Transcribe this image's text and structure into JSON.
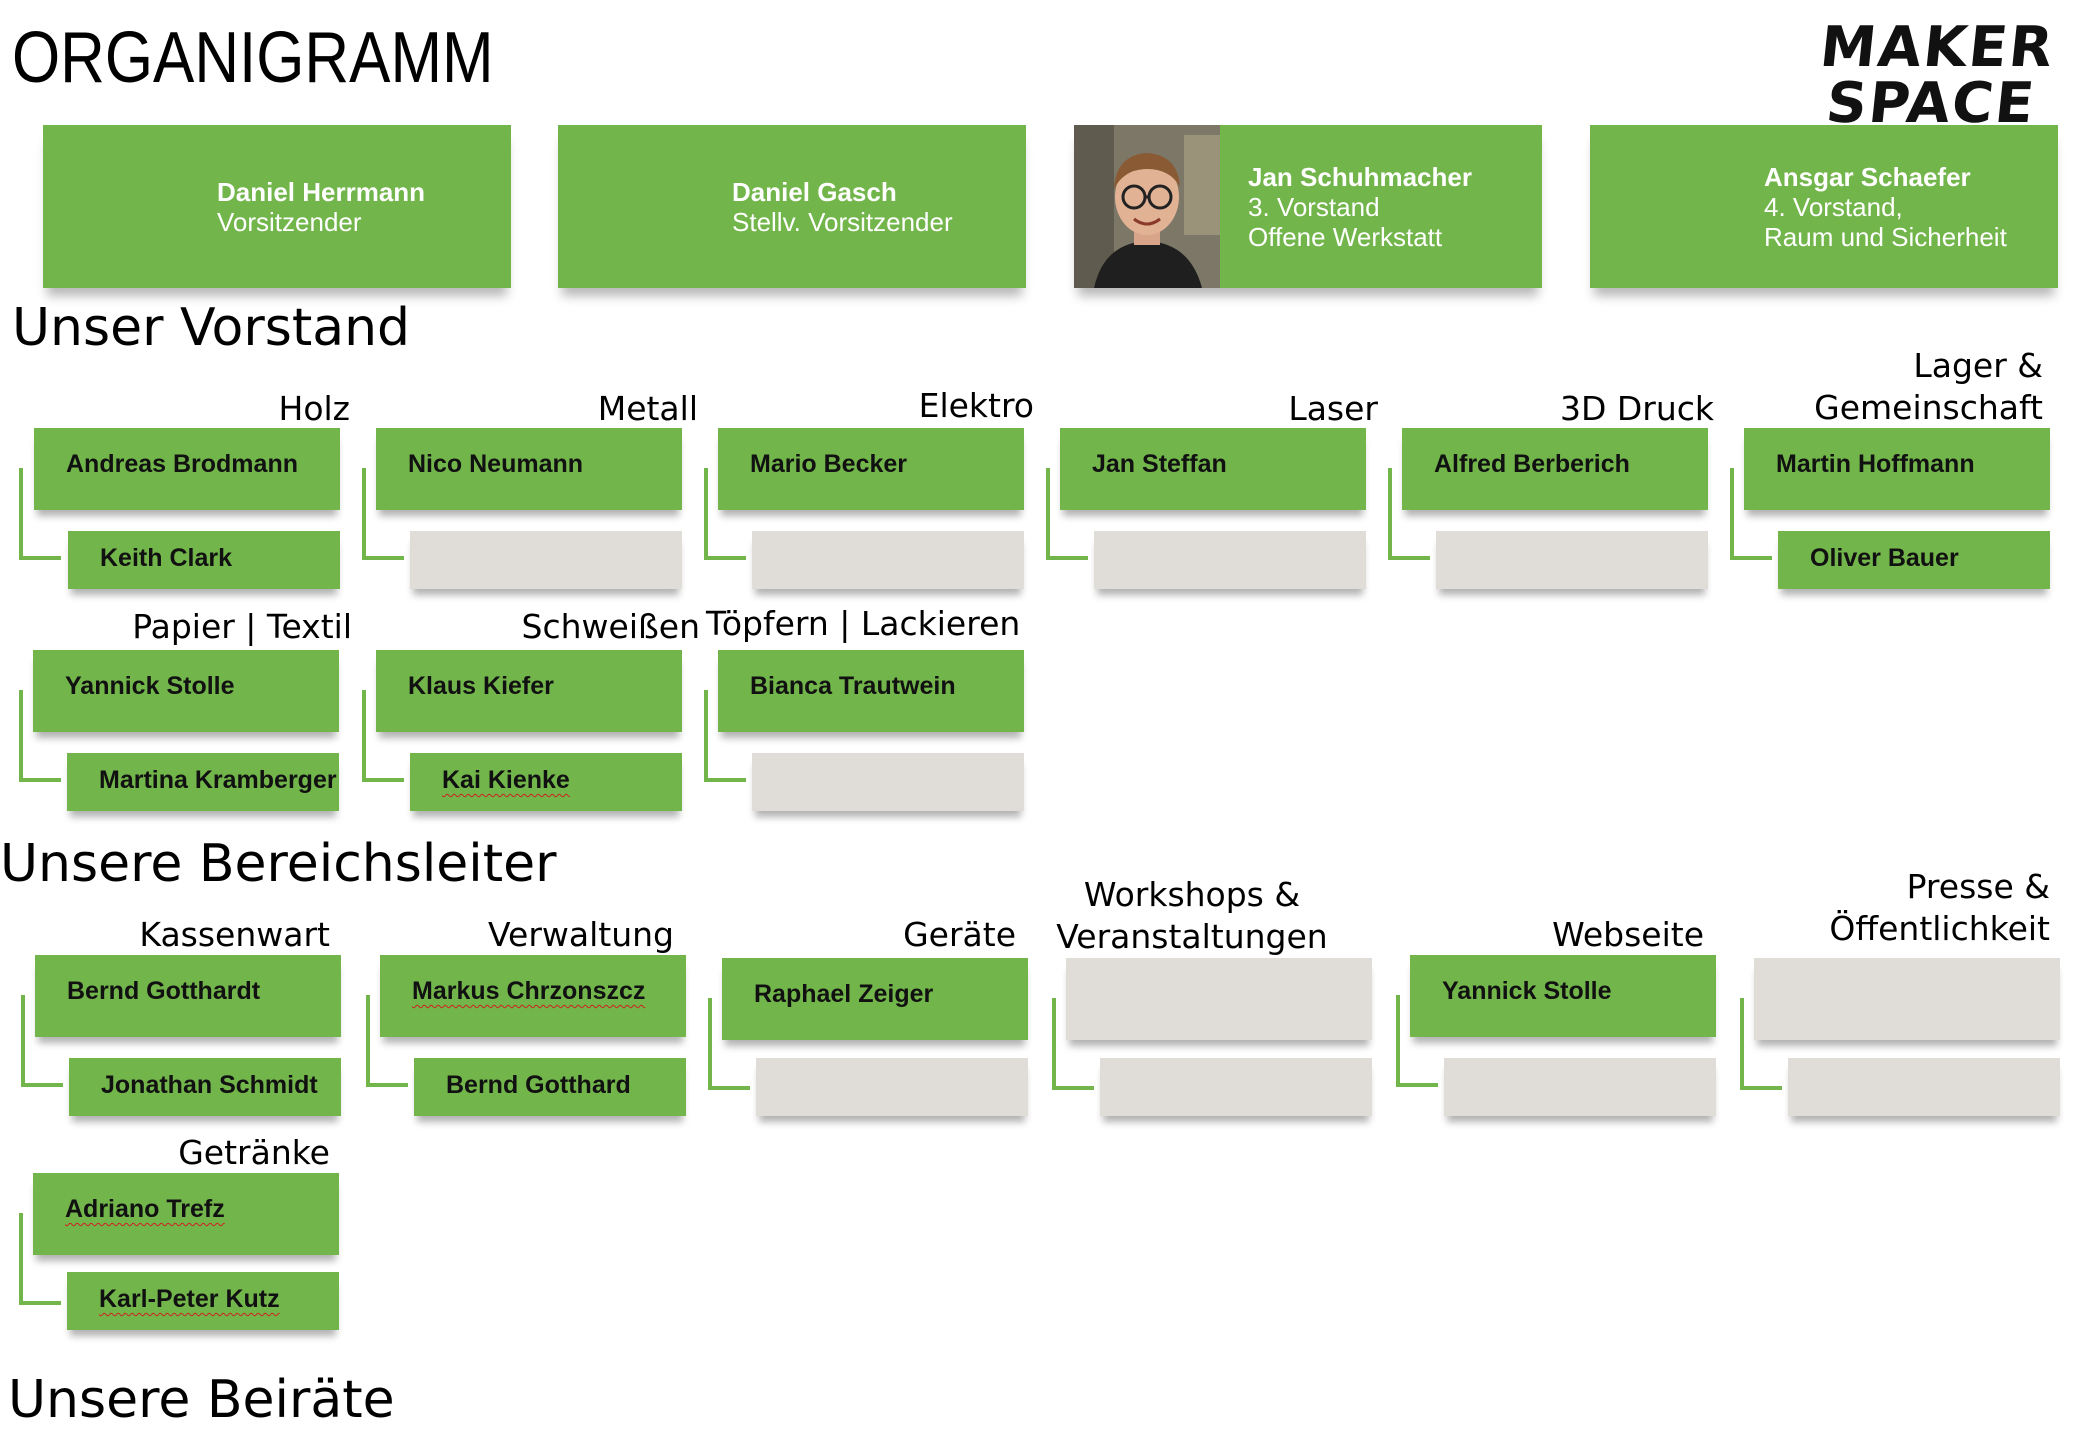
{
  "header": {
    "title": "ORGANIGRAMM",
    "logo_text": "MAKER SPACE"
  },
  "board": {
    "heading": "Unser Vorstand",
    "members": [
      {
        "name": "Daniel Herrmann",
        "role": "Vorsitzender",
        "photo": false
      },
      {
        "name": "Daniel Gasch",
        "role": "Stellv. Vorsitzender",
        "photo": false
      },
      {
        "name": "Jan Schuhmacher",
        "role": "3. Vorstand\nOffene Werkstatt",
        "photo": true
      },
      {
        "name": "Ansgar Schaefer",
        "role": "4. Vorstand,\nRaum und Sicherheit",
        "photo": false
      }
    ]
  },
  "areas": {
    "heading": "Unsere Bereichsleiter",
    "groups": [
      {
        "category": "Holz",
        "lead": "Andreas Brodmann",
        "member": "Keith Clark"
      },
      {
        "category": "Metall",
        "lead": "Nico Neumann",
        "member": ""
      },
      {
        "category": "Elektro",
        "lead": "Mario Becker",
        "member": ""
      },
      {
        "category": "Laser",
        "lead": "Jan Steffan",
        "member": ""
      },
      {
        "category": "3D Druck",
        "lead": "Alfred Berberich",
        "member": ""
      },
      {
        "category": "Lager &\nGemeinschaft",
        "lead": "Martin Hoffmann",
        "member": "Oliver Bauer"
      },
      {
        "category": "Papier | Textil",
        "lead": "Yannick Stolle",
        "member": "Martina Kramberger"
      },
      {
        "category": "Schweißen",
        "lead": "Klaus Kiefer",
        "member": "Kai Kienke"
      },
      {
        "category": "Töpfern | Lackieren",
        "lead": "Bianca Trautwein",
        "member": ""
      }
    ]
  },
  "advisors": {
    "heading": "Unsere Beiräte",
    "groups": [
      {
        "category": "Kassenwart",
        "lead": "Bernd Gotthardt",
        "member": "Jonathan Schmidt"
      },
      {
        "category": "Verwaltung",
        "lead": "Markus Chrzonszcz",
        "member": "Bernd Gotthard"
      },
      {
        "category": "Geräte",
        "lead": "Raphael Zeiger",
        "member": ""
      },
      {
        "category": "Workshops &\nVeranstaltungen",
        "lead": "",
        "member": ""
      },
      {
        "category": "Webseite",
        "lead": "Yannick Stolle",
        "member": ""
      },
      {
        "category": "Presse &\nÖffentlichkeit",
        "lead": "",
        "member": ""
      },
      {
        "category": "Getränke",
        "lead": "Adriano Trefz",
        "member": "Karl-Peter Kutz"
      }
    ]
  },
  "colors": {
    "card_green": "#72b54b",
    "empty_gray": "#e0ddd8"
  }
}
